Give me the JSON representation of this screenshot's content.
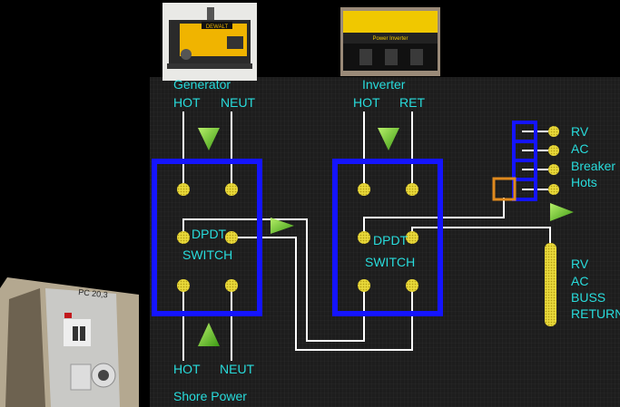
{
  "generator": {
    "title": "Generator",
    "hot": "HOT",
    "neut": "NEUT"
  },
  "inverter": {
    "title": "Inverter",
    "hot": "HOT",
    "ret": "RET"
  },
  "switch1": {
    "line1": "DPDT",
    "line2": "SWITCH"
  },
  "switch2": {
    "line1": "DPDT",
    "line2": "SWITCH"
  },
  "rv_breaker": {
    "lines": [
      "RV",
      "AC",
      "Breaker",
      "Hots"
    ]
  },
  "rv_buss": {
    "lines": [
      "RV",
      "AC",
      "BUSS",
      "RETURN"
    ]
  },
  "shore": {
    "hot": "HOT",
    "neut": "NEUT",
    "title": "Shore Power"
  },
  "photos": {
    "generator_brand": "DEWALT",
    "inverter_brand": "Power Inverter",
    "pole_tag": "PC 20,3"
  },
  "colors": {
    "label": "#28dcdc",
    "switch_frame": "#1414ff",
    "wire": "#ffffff",
    "terminal": "#f2e64a",
    "arrow": "#7cdc2e",
    "junction": "#e08a1e",
    "panel_bg": "#1d1d1d"
  }
}
